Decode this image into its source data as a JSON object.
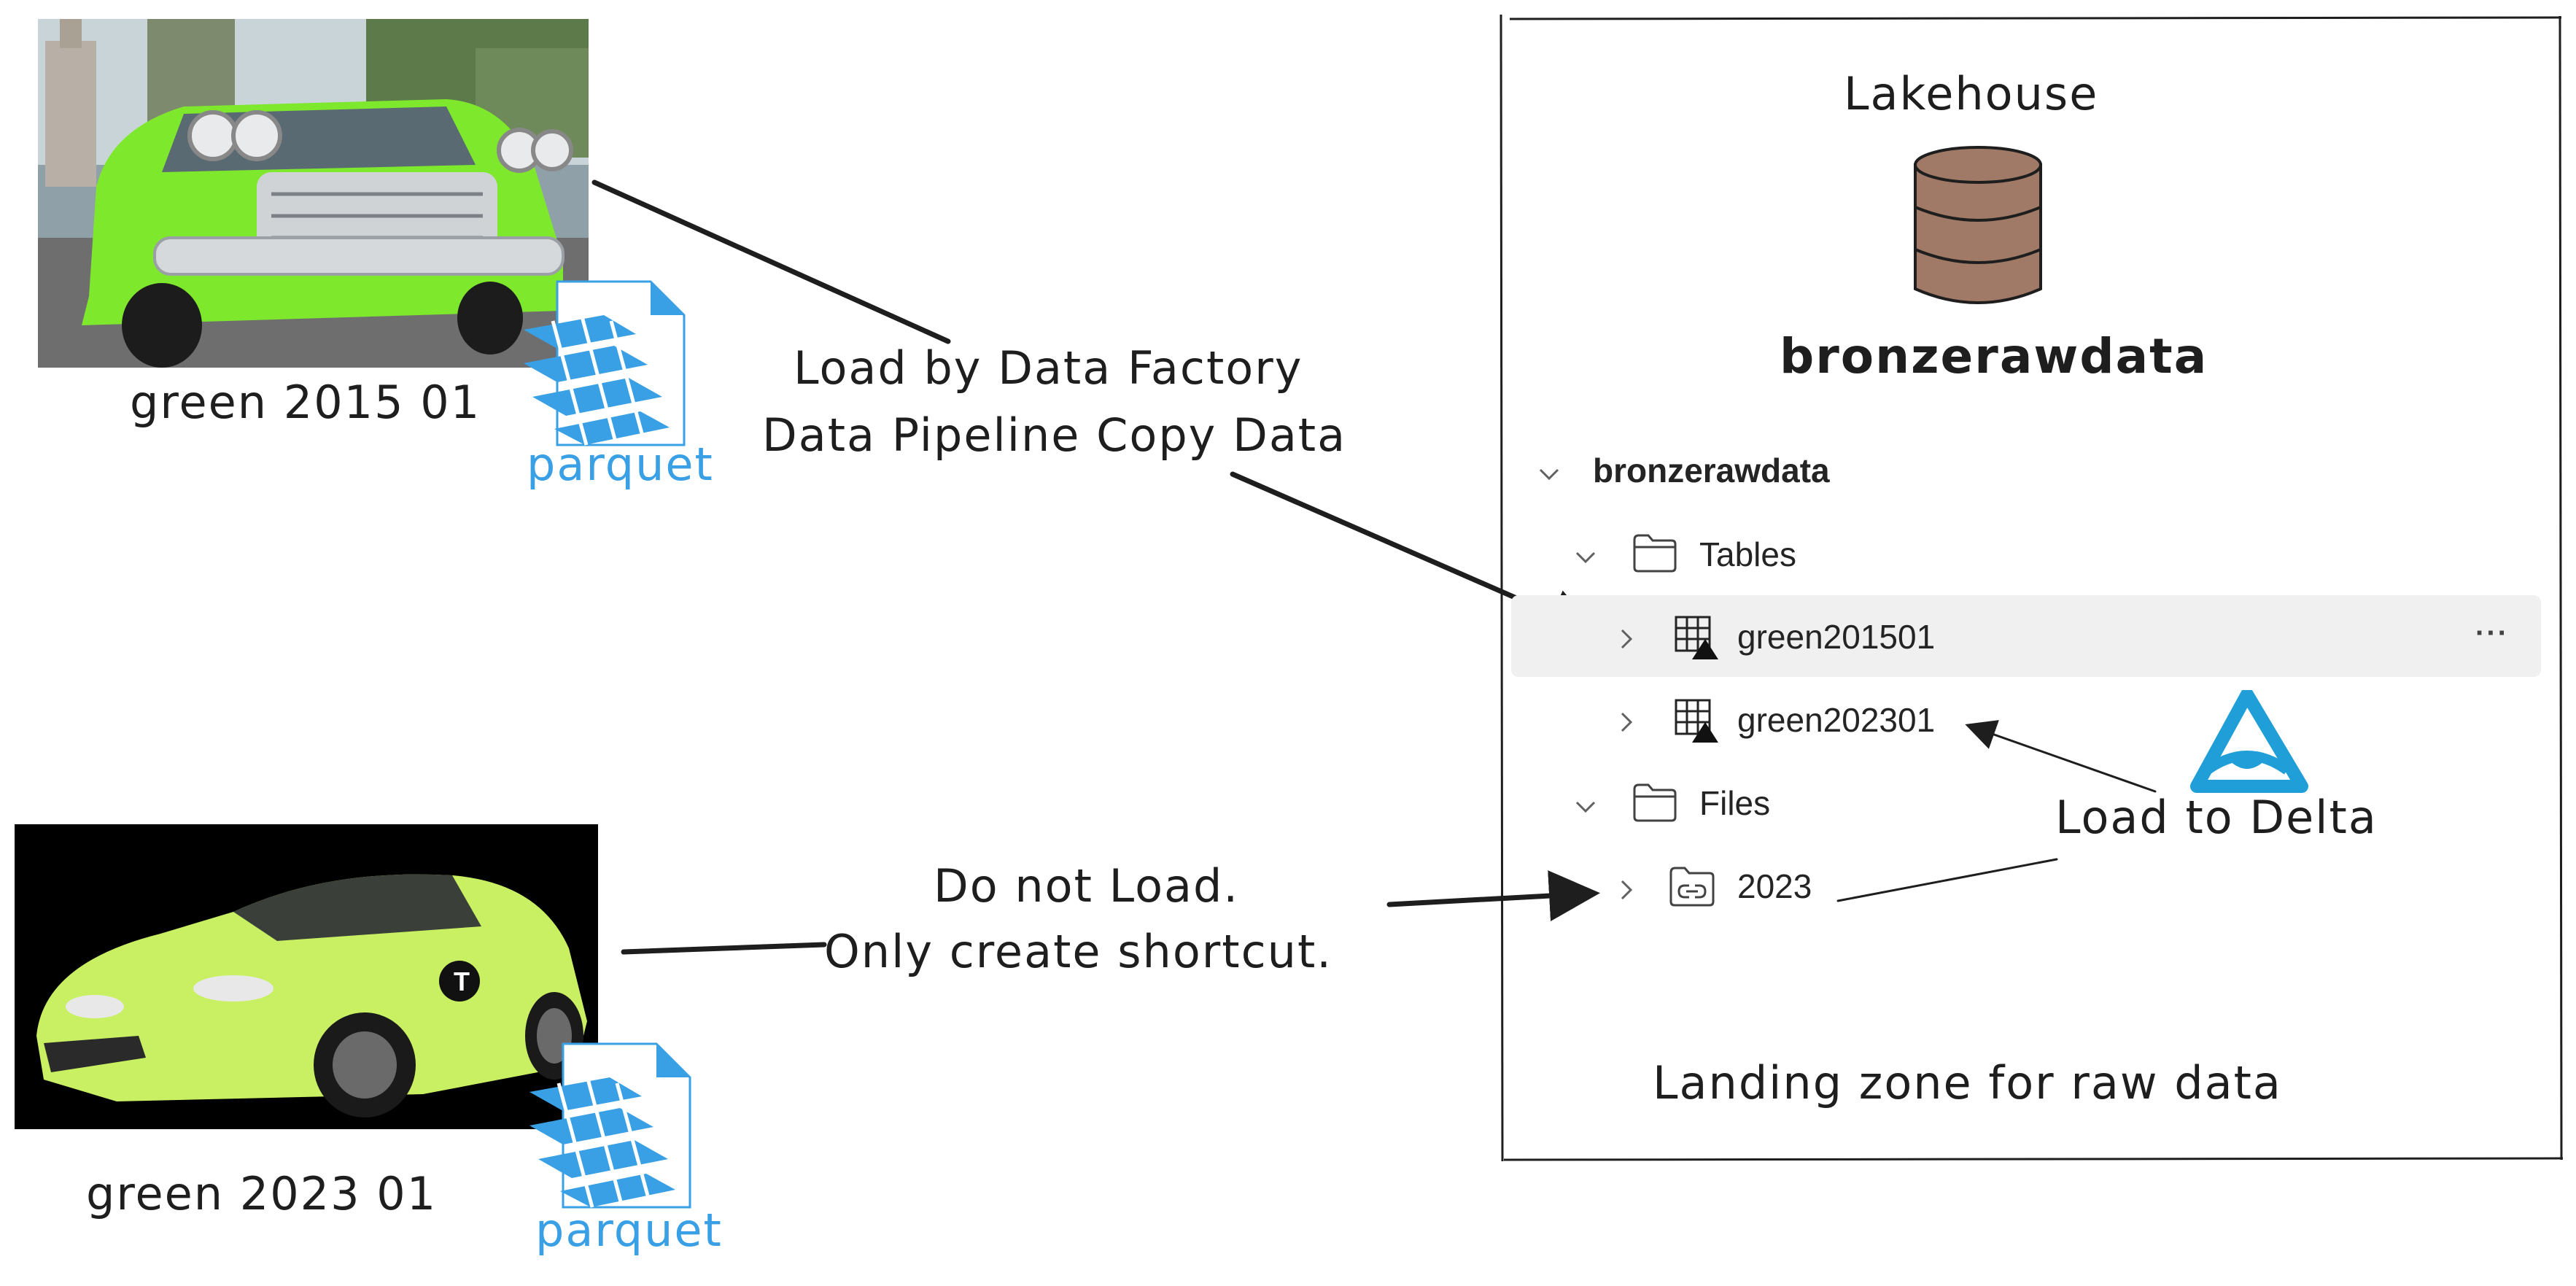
{
  "sources": [
    {
      "caption": "green 2015 01",
      "file_label": "parquet"
    },
    {
      "caption": "green 2023 01",
      "file_label": "parquet"
    }
  ],
  "annotations": {
    "load_line1": "Load by Data Factory",
    "load_line2": "Data Pipeline Copy Data",
    "noload_line1": "Do not Load.",
    "noload_line2": "Only create shortcut.",
    "delta": "Load to Delta"
  },
  "lakehouse": {
    "heading": "Lakehouse",
    "name": "bronzerawdata",
    "footer": "Landing zone for raw data",
    "tree": {
      "root": "bronzerawdata",
      "tables_folder": "Tables",
      "tables": [
        "green201501",
        "green202301"
      ],
      "more_glyph": "···",
      "files_folder": "Files",
      "files": [
        "2023"
      ]
    }
  },
  "colors": {
    "parquet_blue": "#3aa0e6",
    "delta_blue": "#1f9ed8",
    "cylinder_brown": "#a07a66",
    "green_2015_car": "#7ee82c",
    "green_2023_car": "#c8f062"
  }
}
